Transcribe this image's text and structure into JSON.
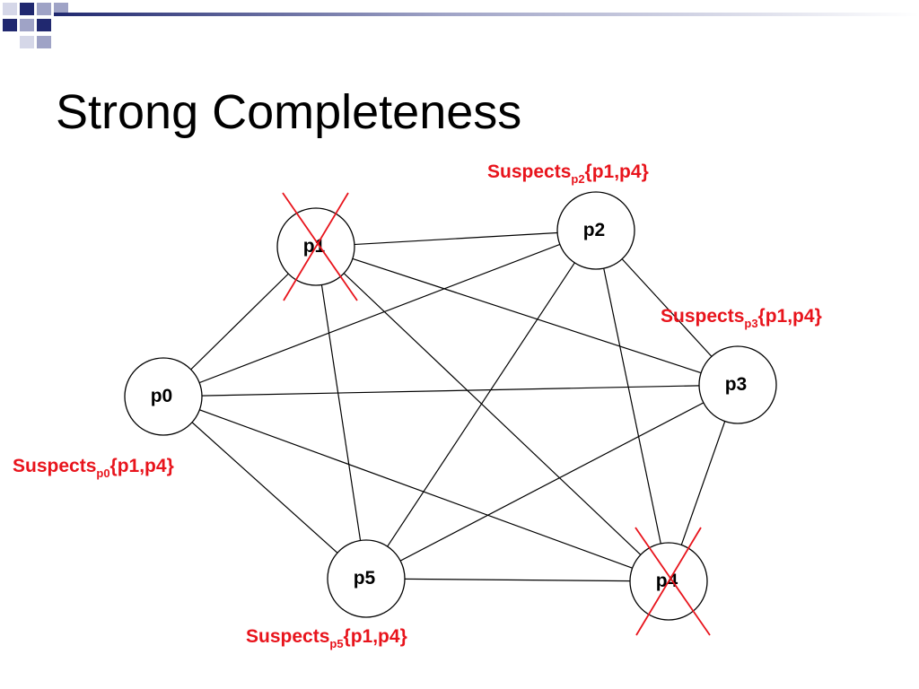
{
  "slide": {
    "title": "Strong Completeness"
  },
  "theme": {
    "logo_dark": "#20286f",
    "logo_light": "#9fa3c6",
    "logo_faint": "#d5d7e8",
    "suspect_color": "#e8141c",
    "edge_color": "#000000",
    "crash_mark_color": "#e8141c"
  },
  "nodes": [
    {
      "id": "p0",
      "label": "p0",
      "crashed": false
    },
    {
      "id": "p1",
      "label": "p1",
      "crashed": true
    },
    {
      "id": "p2",
      "label": "p2",
      "crashed": false
    },
    {
      "id": "p3",
      "label": "p3",
      "crashed": false
    },
    {
      "id": "p4",
      "label": "p4",
      "crashed": true
    },
    {
      "id": "p5",
      "label": "p5",
      "crashed": false
    }
  ],
  "edges": [
    [
      "p0",
      "p1"
    ],
    [
      "p0",
      "p2"
    ],
    [
      "p0",
      "p3"
    ],
    [
      "p0",
      "p4"
    ],
    [
      "p0",
      "p5"
    ],
    [
      "p1",
      "p2"
    ],
    [
      "p1",
      "p3"
    ],
    [
      "p1",
      "p4"
    ],
    [
      "p1",
      "p5"
    ],
    [
      "p2",
      "p3"
    ],
    [
      "p2",
      "p4"
    ],
    [
      "p2",
      "p5"
    ],
    [
      "p3",
      "p4"
    ],
    [
      "p3",
      "p5"
    ],
    [
      "p4",
      "p5"
    ]
  ],
  "suspects": {
    "p2": {
      "word": "Suspects",
      "sub": "p2",
      "set": "{p1,p4}"
    },
    "p3": {
      "word": "Suspects",
      "sub": "p3",
      "set": "{p1,p4}"
    },
    "p0": {
      "word": "Suspects",
      "sub": "p0",
      "set": "{p1,p4}"
    },
    "p5": {
      "word": "Suspects",
      "sub": "p5",
      "set": "{p1,p4}"
    }
  }
}
